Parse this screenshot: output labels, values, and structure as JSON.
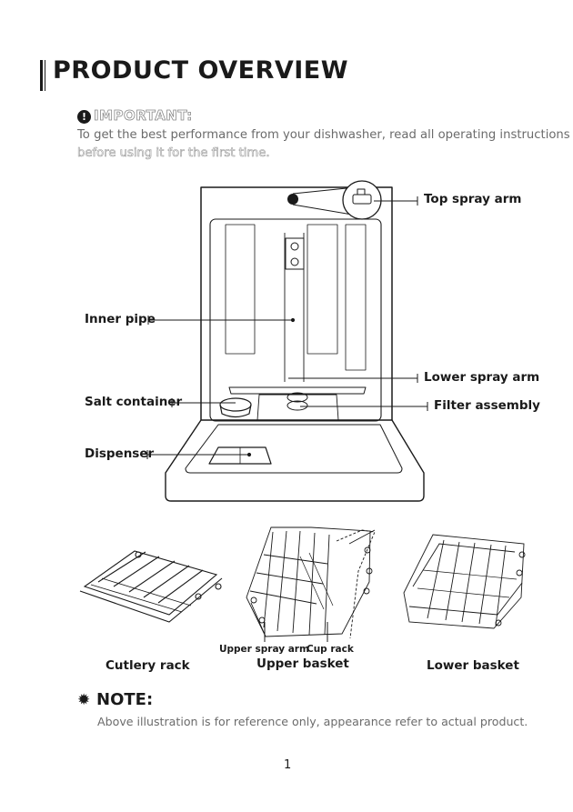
{
  "header": {
    "title": "PRODUCT OVERVIEW"
  },
  "important": {
    "label": "IMPORTANT:",
    "line1": "To get the best performance from your dishwasher, read all operating instructions",
    "line2": "before using it for the first time."
  },
  "diagram": {
    "labels": {
      "top_spray_arm": "Top spray arm",
      "inner_pipe": "Inner pipe",
      "lower_spray_arm": "Lower spray arm",
      "salt_container": "Salt container",
      "filter_assembly": "Filter assembly",
      "dispenser": "Dispenser"
    }
  },
  "accessories": {
    "cutlery_rack": "Cutlery rack",
    "upper_basket": "Upper basket",
    "lower_basket": "Lower basket",
    "upper_spray_arm": "Upper spray arm",
    "cup_rack": "Cup rack"
  },
  "note": {
    "label": "NOTE:",
    "text": "Above illustration is for reference only, appearance refer to actual product."
  },
  "footer": {
    "page_number": "1"
  }
}
